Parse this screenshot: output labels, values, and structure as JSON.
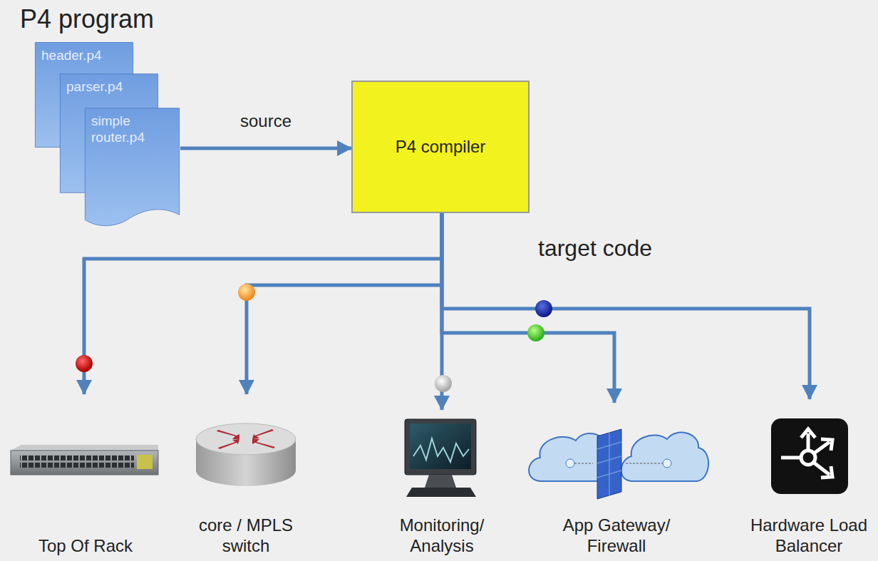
{
  "diagram": {
    "title": "P4 program",
    "nodes": [
      {
        "text": [
          "header.p4"
        ]
      },
      {
        "text": [
          "parser.p4"
        ]
      },
      {
        "text": [
          "simple router.p4"
        ]
      },
      {
        "text": [
          "P4 compiler"
        ]
      },
      {
        "text": [
          "Top Of Rack"
        ]
      },
      {
        "text": [
          "core / MPLS switch"
        ]
      },
      {
        "text": [
          "Monitoring/ Analysis"
        ]
      },
      {
        "text": [
          "App Gateway/ Firewall"
        ]
      },
      {
        "text": [
          "Hardware Load Balancer"
        ]
      }
    ],
    "edges": [
      {
        "from": 2,
        "to": 3,
        "label": "source",
        "arrow": "to"
      },
      {
        "from": 3,
        "to": 4,
        "arrow": "to"
      },
      {
        "from": 3,
        "to": 5,
        "arrow": "to"
      },
      {
        "from": 3,
        "to": 6,
        "arrow": "to"
      },
      {
        "from": 3,
        "to": 7,
        "arrow": "to"
      },
      {
        "from": 3,
        "to": 8,
        "arrow": "to"
      }
    ],
    "labels": [
      "target code"
    ]
  }
}
